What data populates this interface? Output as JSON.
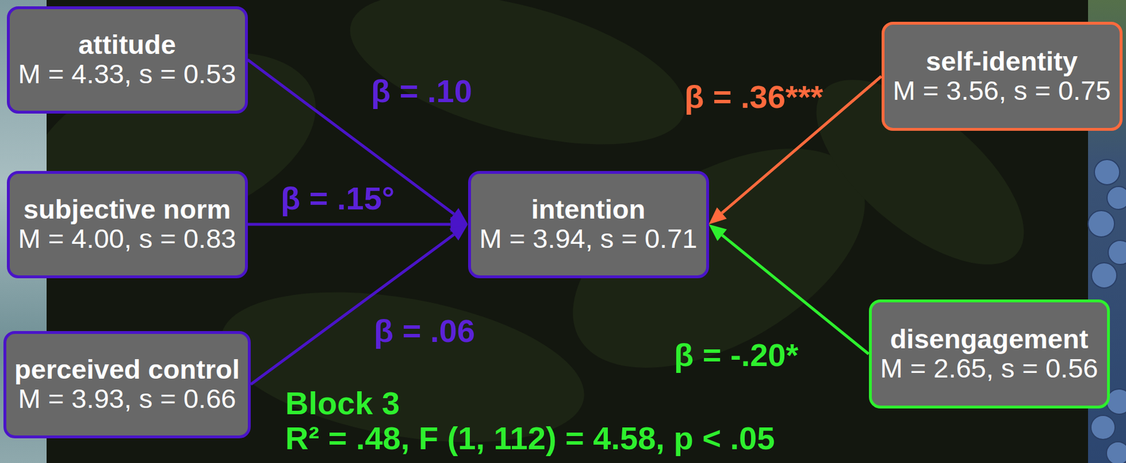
{
  "diagram": {
    "nodes": [
      {
        "text": [
          "attitude",
          "M = 4.33, s = 0.53"
        ]
      },
      {
        "text": [
          "subjective norm",
          "M = 4.00, s = 0.83"
        ]
      },
      {
        "text": [
          "perceived control",
          "M = 3.93, s = 0.66"
        ]
      },
      {
        "text": [
          "intention",
          "M = 3.94, s = 0.71"
        ]
      },
      {
        "text": [
          "self-identity",
          "M = 3.56, s = 0.75"
        ]
      },
      {
        "text": [
          "disengagement",
          "M = 2.65, s = 0.56"
        ]
      }
    ],
    "edges": [
      {
        "from": 0,
        "to": 3,
        "arrow": "to",
        "label": "β = .10"
      },
      {
        "from": 1,
        "to": 3,
        "arrow": "to",
        "label": "β = .15°"
      },
      {
        "from": 2,
        "to": 3,
        "arrow": "to",
        "label": "β = .06"
      },
      {
        "from": 4,
        "to": 3,
        "arrow": "to",
        "label": "β = .36***"
      },
      {
        "from": 5,
        "to": 3,
        "arrow": "to",
        "label": "β = -.20*"
      }
    ],
    "labels": [
      "Block 3",
      "R² = .48, F (1, 112) = 4.58, p < .05"
    ]
  }
}
